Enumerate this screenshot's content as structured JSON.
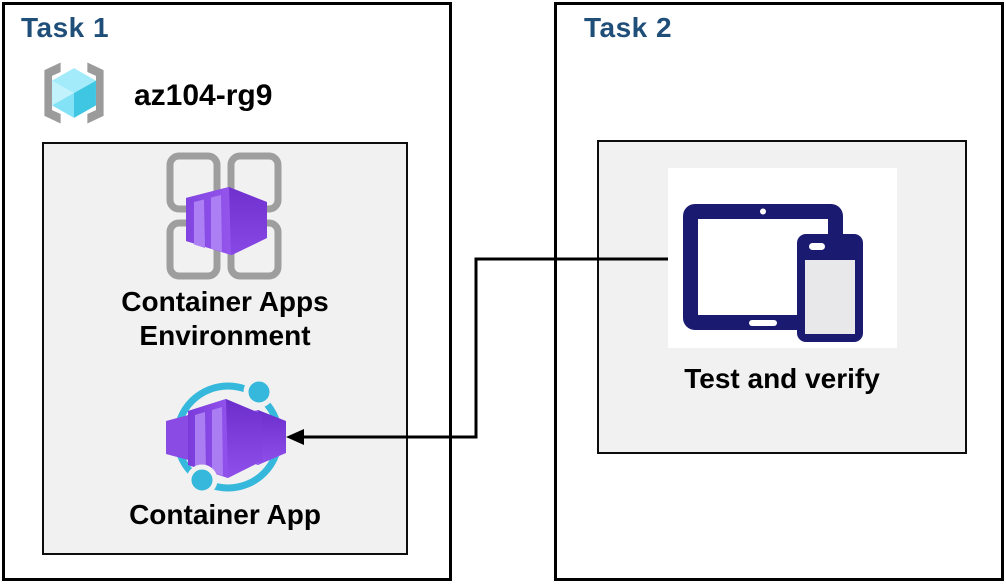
{
  "diagram": {
    "task1": {
      "title": "Task 1",
      "resource_group_name": "az104-rg9",
      "environment_label_line1": "Container Apps",
      "environment_label_line2": "Environment",
      "container_app_label": "Container App"
    },
    "task2": {
      "title": "Task 2",
      "test_label": "Test and verify"
    },
    "icons": {
      "resource_group": "azure-resource-group-icon",
      "environment": "container-apps-environment-icon",
      "container_app": "container-app-icon",
      "devices": "tablet-and-phone-icon"
    },
    "connector": {
      "from": "test-and-verify-devices",
      "to": "container-app",
      "style": "elbow-arrow",
      "color": "#000000"
    },
    "colors": {
      "title_blue": "#1F4E79",
      "label_black": "#000000",
      "panel_fill": "#F1F1F1",
      "panel_border": "#000000",
      "device_navy": "#1A1A70",
      "device_screen_gray": "#E8E8EA",
      "orbit_cyan": "#35B8DB",
      "container_purple": "#8A4FE8",
      "container_purple_dark": "#7335D2",
      "container_purple_stripe": "#AA7DF3",
      "cube_cyan_top": "#A3EBFA",
      "cube_cyan_left": "#84E2F6",
      "cube_cyan_right": "#3EC6E2",
      "bracket_gray": "#9B9B9B",
      "grid_gray": "#9E9E9E"
    }
  }
}
